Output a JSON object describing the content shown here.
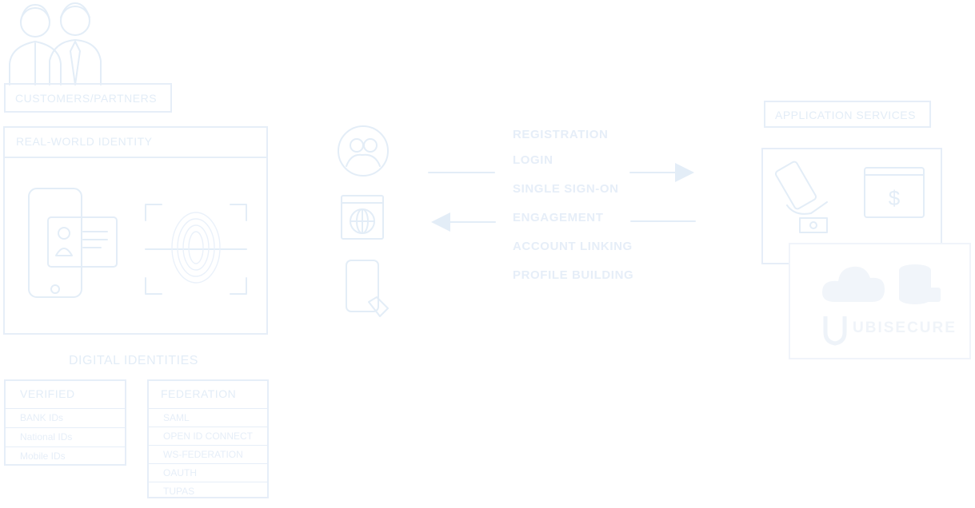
{
  "customers": {
    "label": "CUSTOMERS/PARTNERS"
  },
  "real_world": {
    "label": "REAL-WORLD IDENTITY"
  },
  "digital": {
    "heading": "DIGITAL IDENTITIES"
  },
  "verified": {
    "title": "VERIFIED",
    "items": [
      "BANK IDs",
      "National IDs",
      "Mobile IDs"
    ]
  },
  "federation": {
    "title": "FEDERATION",
    "items": [
      "SAML",
      "OPEN ID CONNECT",
      "WS-FEDERATION",
      "OAUTH",
      "TUPAS"
    ]
  },
  "flow": {
    "items": [
      "REGISTRATION",
      "LOGIN",
      "SINGLE SIGN-ON",
      "ENGAGEMENT",
      "ACCOUNT LINKING",
      "PROFILE BUILDING"
    ]
  },
  "application_services": {
    "label": "APPLICATION SERVICES"
  },
  "brand": {
    "name": "UBISECURE"
  },
  "colors": {
    "line": "#e3edf7",
    "text": "#e6eef8",
    "background": "#ffffff"
  }
}
